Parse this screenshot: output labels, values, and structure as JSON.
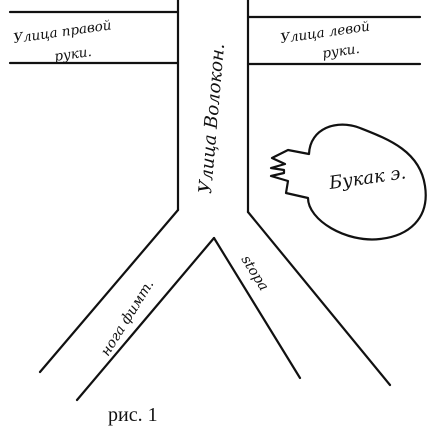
{
  "labels": {
    "right_hand_street": [
      "Улица правой",
      "руки."
    ],
    "left_hand_street": [
      "Улица левой",
      "руки."
    ],
    "volokon_street": "Улица Волокон.",
    "finger_leg": "нога фимт.",
    "foot": "stopa",
    "blob": "Букак э.",
    "caption": "рис. 1"
  },
  "colors": {
    "ink": "#111111",
    "paper": "#ffffff"
  }
}
